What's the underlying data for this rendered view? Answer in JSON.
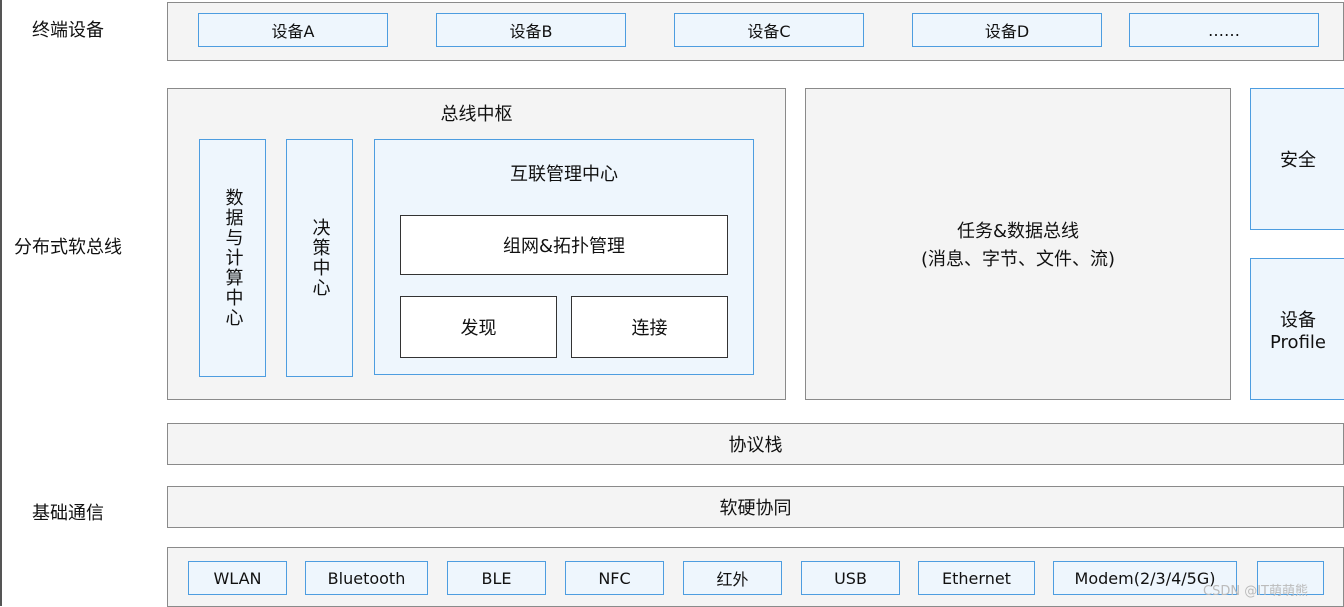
{
  "layers": {
    "terminal": "终端设备",
    "distributed_bus": "分布式软总线",
    "basic_comm": "基础通信"
  },
  "devices": [
    "设备A",
    "设备B",
    "设备C",
    "设备D",
    "……"
  ],
  "bus_hub": {
    "title": "总线中枢",
    "data_compute": "数据与计算中心",
    "decision": "决策中心",
    "interconnect": {
      "title": "互联管理中心",
      "networking": "组网&拓扑管理",
      "discovery": "发现",
      "connection": "连接"
    }
  },
  "task_bus": {
    "line1": "任务&数据总线",
    "line2": "(消息、字节、文件、流)"
  },
  "security": "安全",
  "device_profile": {
    "line1": "设备",
    "line2": "Profile"
  },
  "protocol_stack": "协议栈",
  "hw_sw_coop": "软硬协同",
  "comm_tech": [
    "WLAN",
    "Bluetooth",
    "BLE",
    "NFC",
    "红外",
    "USB",
    "Ethernet",
    "Modem(2/3/4/5G)",
    ""
  ],
  "watermark": "CSDN @IT萌萌熊"
}
